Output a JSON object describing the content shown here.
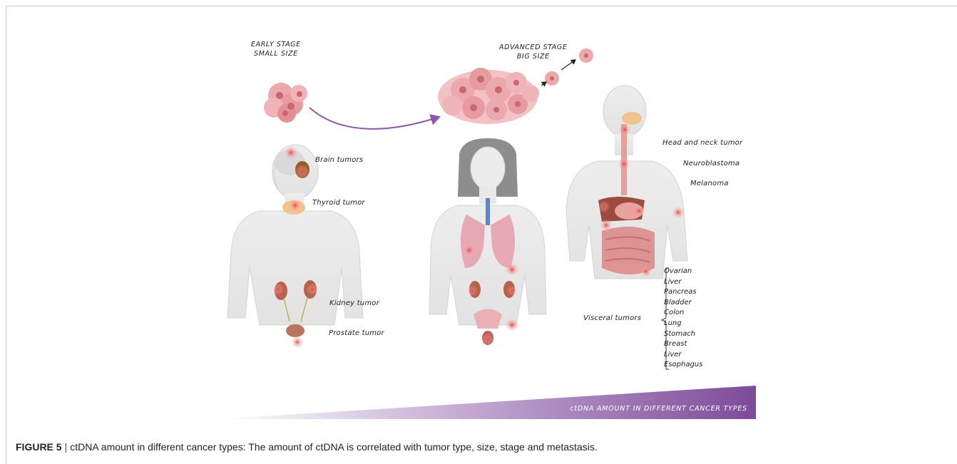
{
  "figure": {
    "stages": {
      "early_line1": "EARLY STAGE",
      "early_line2": "SMALL SIZE",
      "advanced_line1": "ADVANCED STAGE",
      "advanced_line2": "BIG SIZE"
    },
    "labels": {
      "brain": "Brain tumors",
      "thyroid": "Thyroid tumor",
      "kidney": "Kidney tumor",
      "prostate": "Prostate tumor",
      "head_neck": "Head and neck tumor",
      "neuroblastoma": "Neuroblastoma",
      "melanoma": "Melanoma",
      "visceral": "Visceral tumors"
    },
    "visceral_list": [
      "Ovarian",
      "Liver",
      "Pancreas",
      "Bladder",
      "Colon",
      "Lung",
      "Stomach",
      "Breast",
      "Liver",
      "Esophagus"
    ],
    "banner": "ctDNA AMOUNT IN DIFFERENT CANCER TYPES"
  },
  "caption": {
    "figure_label": "FIGURE 5",
    "separator": "|",
    "text": "ctDNA amount in different cancer types: The amount of ctDNA is correlated with tumor type, size, stage and metastasis."
  },
  "colors": {
    "banner_start": "#ffffff",
    "banner_end": "#7d4b99",
    "tumor": "#e8a3a8",
    "hotspot": "#e4423f",
    "body": "#ececec"
  }
}
